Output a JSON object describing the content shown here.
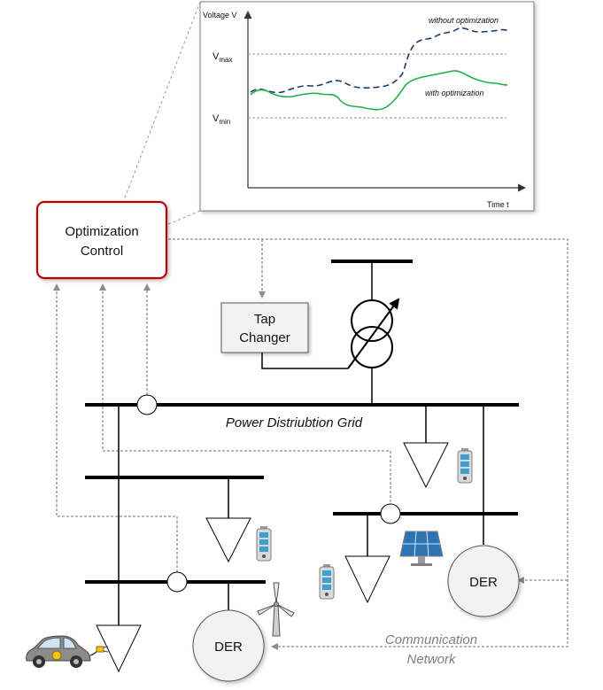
{
  "inset_chart": {
    "y_axis_label": "Voltage V",
    "x_axis_label": "Time t",
    "vmax_label": "V",
    "vmax_sub": "max",
    "vmin_label": "V",
    "vmin_sub": "min",
    "series_without": "without optimization",
    "series_with": "with optimization",
    "colors": {
      "without": "#1f3b73",
      "with": "#22b14c",
      "threshold": "#9a9a9a"
    }
  },
  "nodes": {
    "optimization_control": "Optimization Control",
    "optimization_control_line1": "Optimization",
    "optimization_control_line2": "Control",
    "tap_changer_line1": "Tap",
    "tap_changer_line2": "Changer",
    "der_upper": "DER",
    "der_lower": "DER"
  },
  "labels": {
    "grid": "Power Distriubtion Grid",
    "comm_line1": "Communication",
    "comm_line2": "Network"
  },
  "colors": {
    "control_border": "#c00000",
    "bus": "#000000",
    "comm_link": "#8c8c8c",
    "battery": "#3fa0d0",
    "solar": "#2e74b5"
  },
  "icons": [
    "battery-icon",
    "solar-panel-icon",
    "wind-turbine-icon",
    "electric-car-icon",
    "transformer-icon",
    "load-triangle-icon"
  ]
}
